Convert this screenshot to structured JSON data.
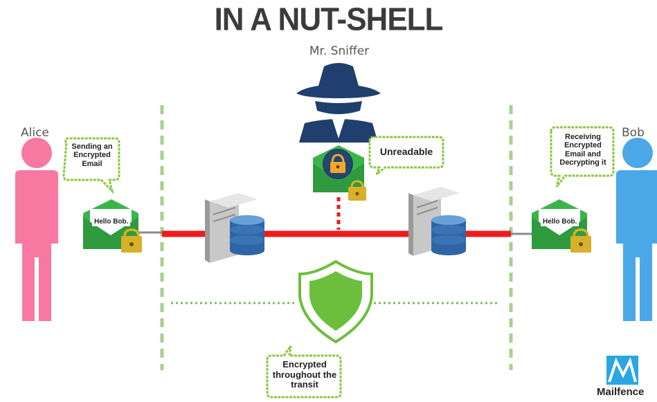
{
  "title": "IN A NUT-SHELL",
  "actors": {
    "alice": "Alice",
    "bob": "Bob",
    "sniffer": "Mr. Sniffer"
  },
  "bubbles": {
    "alice": "Sending an Encrypted Email",
    "bob": "Receiving Encrypted Email and Decrypting it",
    "sniffer": "Unreadable",
    "transit": "Encrypted throughout the transit"
  },
  "envelopes": {
    "alice": "Hello Bob.",
    "bob": "Hello Bob."
  },
  "brand": "Mailfence",
  "colors": {
    "alice": "#f778a1",
    "bob": "#4aa8e8",
    "sniffer": "#1f3f6e",
    "envelope": "#3bb54a",
    "lock": "#d8b02a",
    "wire": "#ee1c1c",
    "dashed_green": "#a6d18f",
    "shield": "#6cbf3c",
    "bubble_border": "#8cc63f",
    "server_db": "#3a74b4",
    "brand": "#2aa7e0"
  }
}
